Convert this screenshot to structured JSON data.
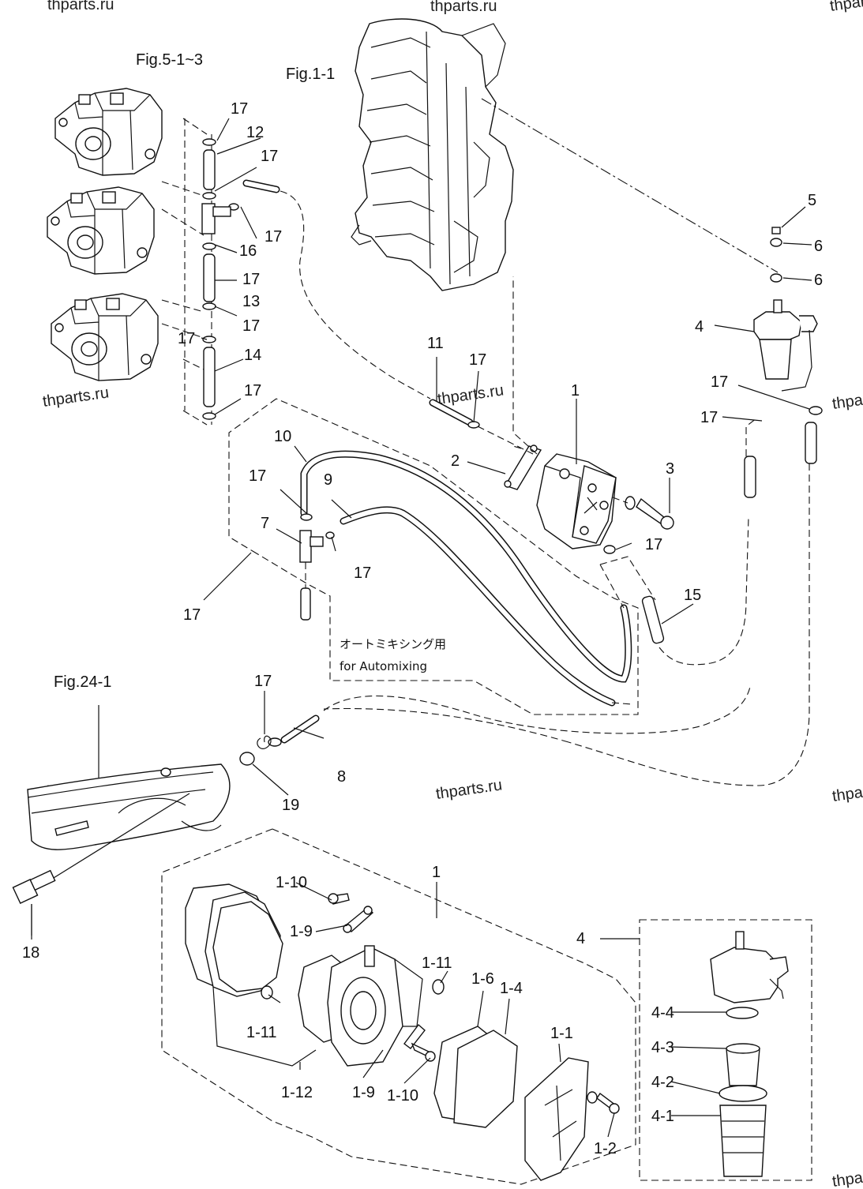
{
  "watermarks": [
    "thparts.ru",
    "thparts.ru",
    "thparts",
    "thparts.ru",
    "thparts.ru",
    "thpa",
    "thpa",
    "thparts.ru",
    "thparts.ru",
    "thpa"
  ],
  "figure_refs": [
    "Fig.5-1~3",
    "Fig.1-1",
    "Fig.24-1"
  ],
  "note": {
    "japanese": "オートミキシング用",
    "english": "for Automixing"
  },
  "callouts": [
    "17",
    "12",
    "17",
    "17",
    "16",
    "17",
    "13",
    "17",
    "17",
    "14",
    "17",
    "11",
    "17",
    "10",
    "17",
    "9",
    "7",
    "17",
    "17",
    "1",
    "2",
    "3",
    "17",
    "15",
    "5",
    "6",
    "6",
    "4",
    "17",
    "17",
    "17",
    "8",
    "19",
    "18",
    "1",
    "1-10",
    "1-9",
    "1-11",
    "1-11",
    "1-12",
    "1-9",
    "1-10",
    "1-6",
    "1-4",
    "1-1",
    "1-2",
    "4",
    "4-4",
    "4-3",
    "4-2",
    "4-1"
  ]
}
